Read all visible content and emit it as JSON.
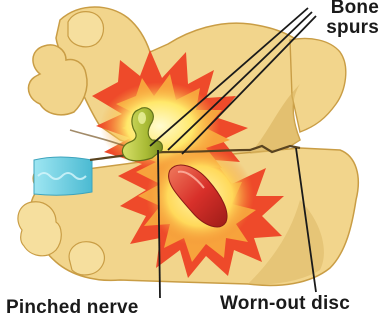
{
  "labels": {
    "bone_spurs_line1": "Bone",
    "bone_spurs_line2": "spurs",
    "pinched_nerve": "Pinched nerve",
    "worn_out_disc": "Worn-out disc"
  },
  "colors": {
    "bone": "#f2d58c",
    "bone_shadow": "#d8b25d",
    "bone_highlight": "#fbecb8",
    "pain_burst_outer": "#ee4a2a",
    "pain_burst_inner": "#f7a33c",
    "glow": "#fff27a",
    "nerve": "#b5c63e",
    "inflamed_tissue": "#d8302a",
    "disc": "#6fd0e2",
    "leader_line": "#1a1a1a"
  }
}
